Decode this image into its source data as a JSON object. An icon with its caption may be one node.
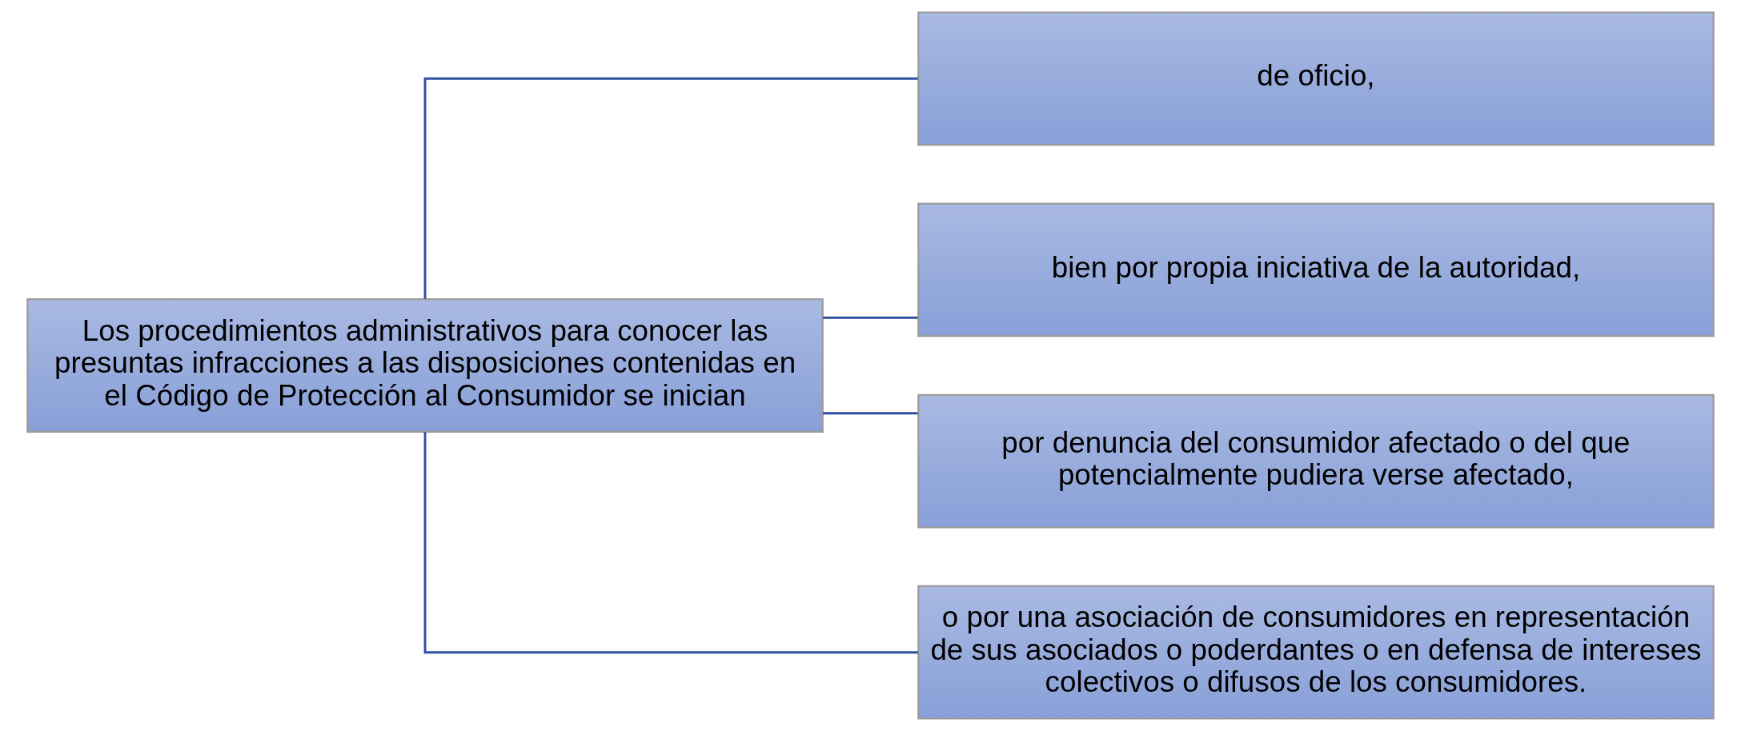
{
  "diagram": {
    "nodes": [
      {
        "text": [
          "Los procedimientos administrativos para conocer las presuntas infracciones a las disposiciones contenidas en el Código de Protección al Consumidor se inician"
        ]
      },
      {
        "text": [
          "de oficio,"
        ]
      },
      {
        "text": [
          "bien por propia iniciativa de la autoridad,"
        ]
      },
      {
        "text": [
          "por denuncia del consumidor afectado o del que potencialmente pudiera verse afectado,"
        ]
      },
      {
        "text": [
          "o por una asociación de consumidores en representación de sus asociados o poderdantes o en defensa de intereses colectivos o difusos de los consumidores."
        ]
      }
    ],
    "edges": [
      {
        "from": 0,
        "to": 1,
        "arrow": "none"
      },
      {
        "from": 0,
        "to": 2,
        "arrow": "none"
      },
      {
        "from": 0,
        "to": 3,
        "arrow": "none"
      },
      {
        "from": 0,
        "to": 4,
        "arrow": "none"
      }
    ]
  }
}
